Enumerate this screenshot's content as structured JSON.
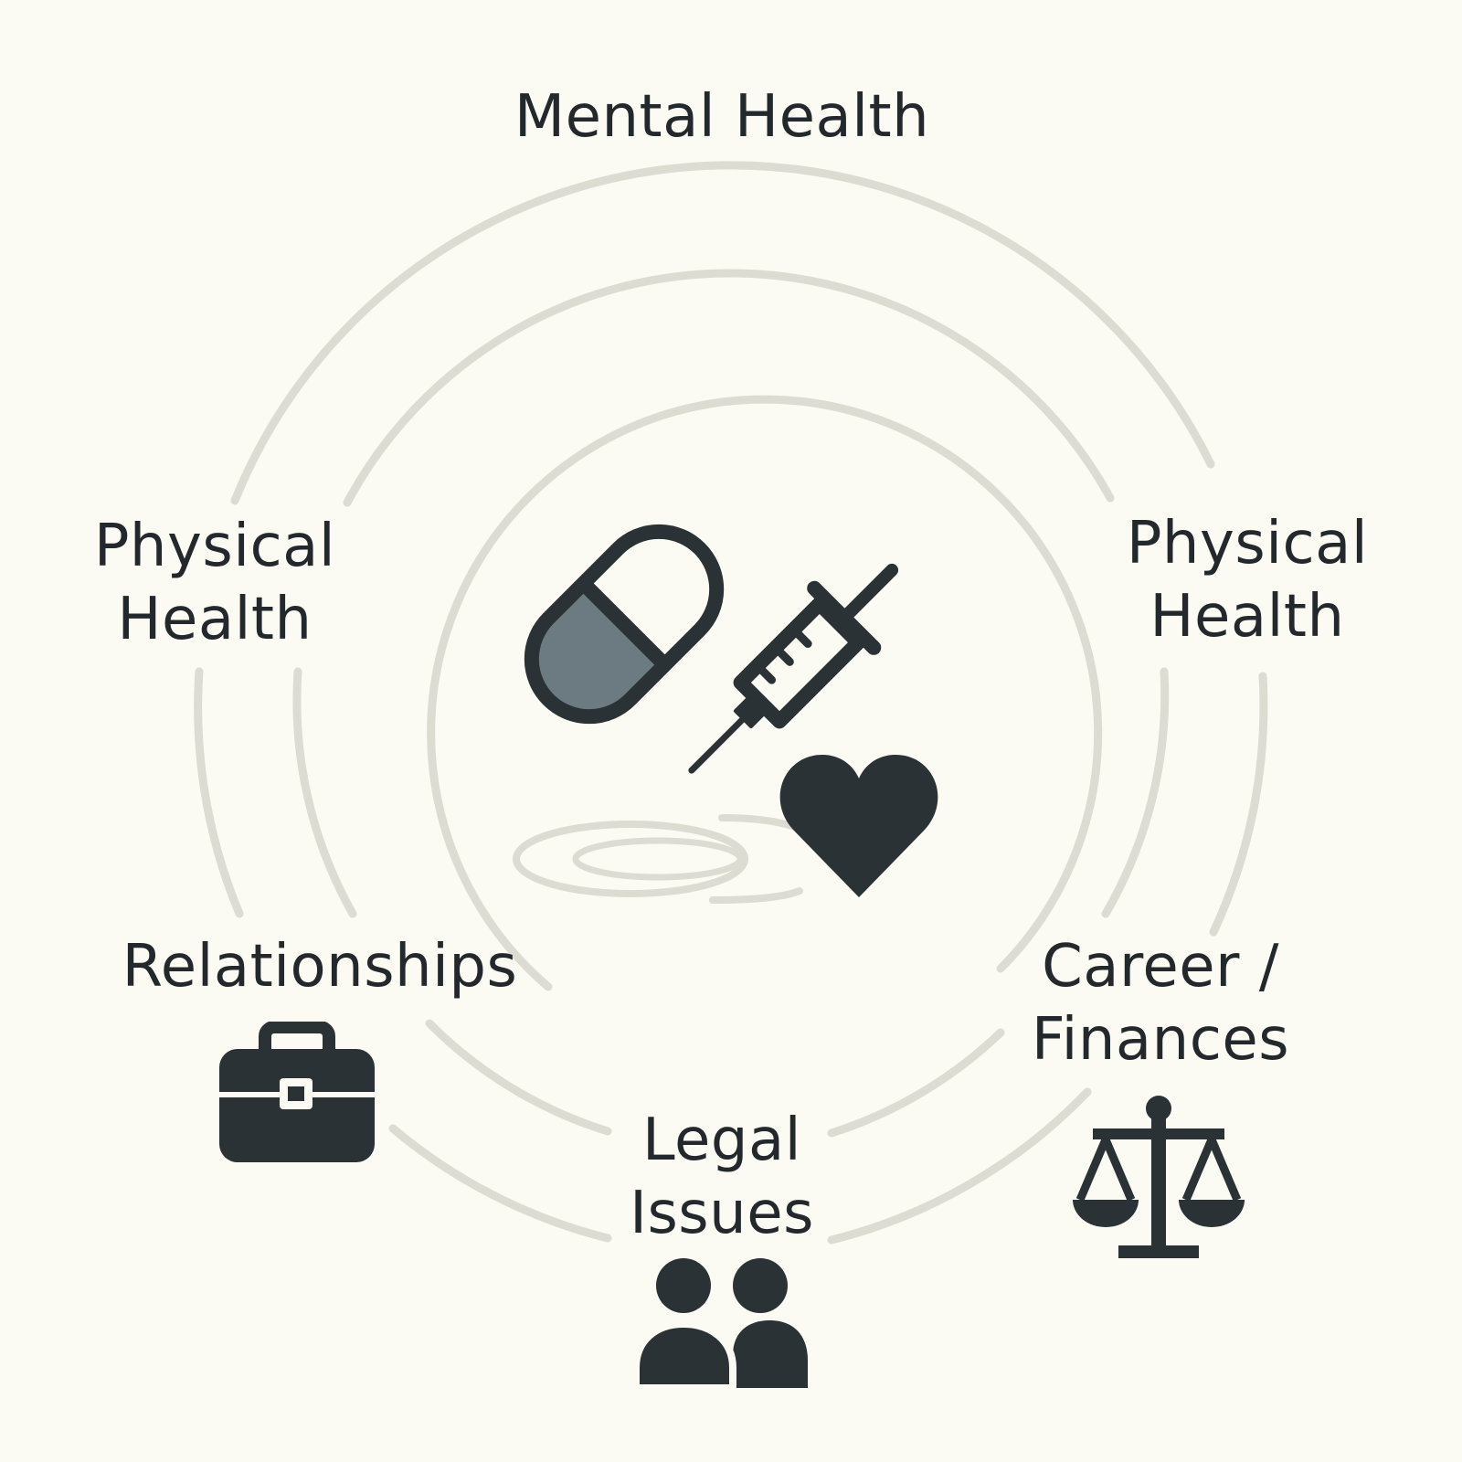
{
  "labels": {
    "top": "Mental Health",
    "left": {
      "line1": "Physical",
      "line2": "Health"
    },
    "right": {
      "line1": "Physical",
      "line2": "Health"
    },
    "bottom_left": "Relationships",
    "bottom_right": {
      "line1": "Career /",
      "line2": "Finances"
    },
    "bottom": {
      "line1": "Legal",
      "line2": "Issues"
    }
  },
  "icons": {
    "center": [
      "capsule-pill-icon",
      "syringe-icon",
      "heart-icon"
    ],
    "bottom_left": "briefcase-icon",
    "bottom_right": "scales-of-justice-icon",
    "bottom": "people-icon"
  },
  "colors": {
    "background": "#fbfaf3",
    "ink": "#2a3236",
    "ring": "#dcdcd3",
    "pill_fill": "#6c7b81"
  }
}
